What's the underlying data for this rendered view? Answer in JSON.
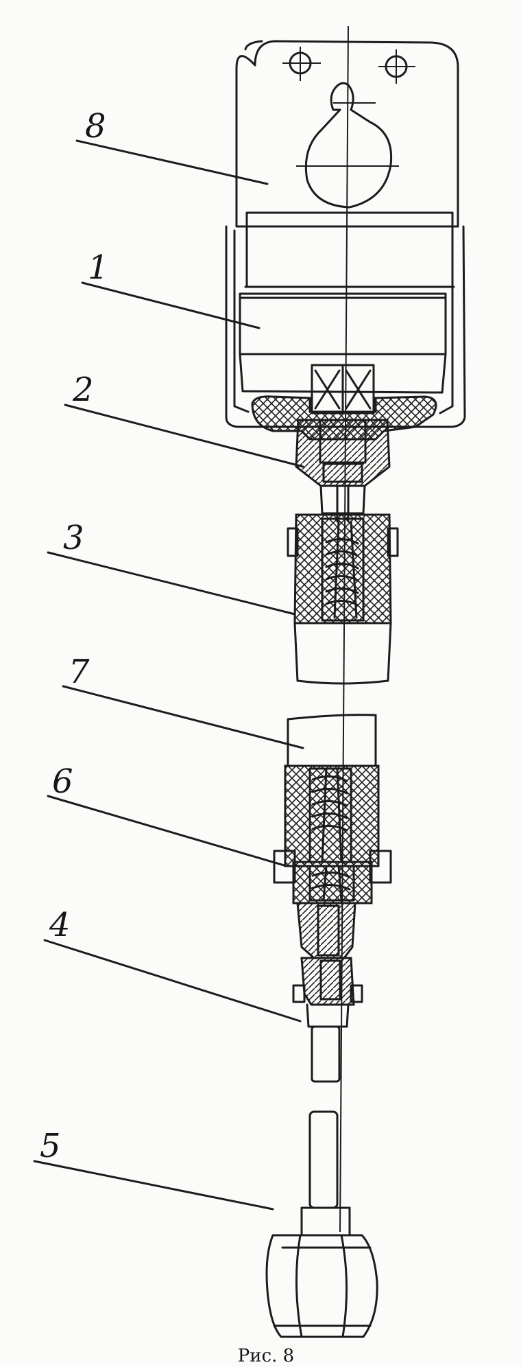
{
  "figure": {
    "caption": "Рис. 8",
    "labels": [
      {
        "id": "8",
        "text": "8"
      },
      {
        "id": "1",
        "text": "1"
      },
      {
        "id": "2",
        "text": "2"
      },
      {
        "id": "3",
        "text": "3"
      },
      {
        "id": "7",
        "text": "7"
      },
      {
        "id": "6",
        "text": "6"
      },
      {
        "id": "4",
        "text": "4"
      },
      {
        "id": "5",
        "text": "5"
      }
    ]
  }
}
